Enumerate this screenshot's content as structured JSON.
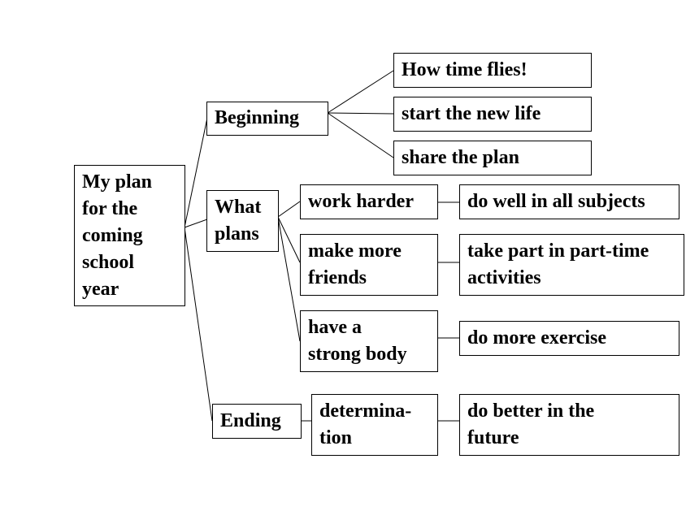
{
  "diagram": {
    "root": "My plan\nfor the\ncoming\nschool\nyear",
    "beginning": {
      "label": "Beginning",
      "items": [
        "How time flies!",
        "start the new life",
        "share the plan"
      ]
    },
    "plans": {
      "label": "What\nplans",
      "items": [
        {
          "plan": "work harder",
          "detail": "do well in all subjects"
        },
        {
          "plan": "make more\nfriends",
          "detail": "take part in part-time\nactivities"
        },
        {
          "plan": "have a\nstrong body",
          "detail": "do more exercise"
        }
      ]
    },
    "ending": {
      "label": "Ending",
      "item": "determina-\ntion",
      "detail": "do better in the\nfuture"
    }
  }
}
